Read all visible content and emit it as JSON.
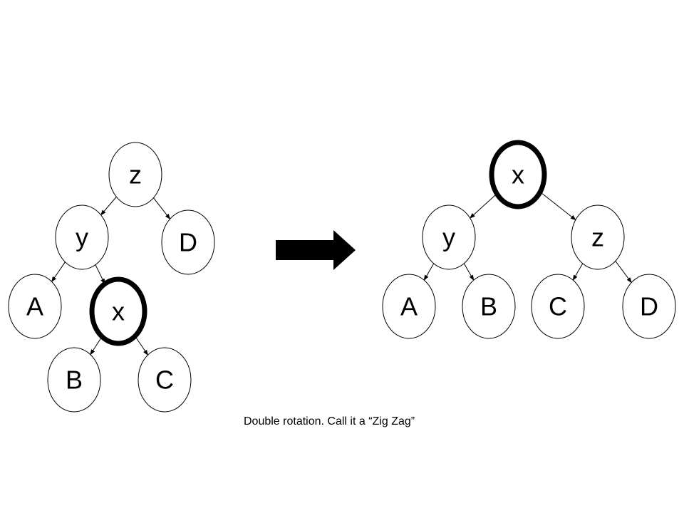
{
  "caption": "Double rotation. Call it a “Zig Zag”",
  "colors": {
    "stroke": "#000000",
    "fill": "#ffffff",
    "text": "#000000"
  },
  "before_tree": {
    "nodes": [
      {
        "id": "z",
        "label": "z"
      },
      {
        "id": "y",
        "label": "y"
      },
      {
        "id": "D",
        "label": "D"
      },
      {
        "id": "A",
        "label": "A"
      },
      {
        "id": "x",
        "label": "x",
        "highlighted": true
      },
      {
        "id": "B",
        "label": "B"
      },
      {
        "id": "C",
        "label": "C"
      }
    ],
    "edges": [
      [
        "z",
        "y"
      ],
      [
        "z",
        "D"
      ],
      [
        "y",
        "A"
      ],
      [
        "y",
        "x"
      ],
      [
        "x",
        "B"
      ],
      [
        "x",
        "C"
      ]
    ]
  },
  "after_tree": {
    "nodes": [
      {
        "id": "x",
        "label": "x",
        "highlighted": true
      },
      {
        "id": "y",
        "label": "y"
      },
      {
        "id": "z",
        "label": "z"
      },
      {
        "id": "A",
        "label": "A"
      },
      {
        "id": "B",
        "label": "B"
      },
      {
        "id": "C",
        "label": "C"
      },
      {
        "id": "D",
        "label": "D"
      }
    ],
    "edges": [
      [
        "x",
        "y"
      ],
      [
        "x",
        "z"
      ],
      [
        "y",
        "A"
      ],
      [
        "y",
        "B"
      ],
      [
        "z",
        "C"
      ],
      [
        "z",
        "D"
      ]
    ]
  }
}
